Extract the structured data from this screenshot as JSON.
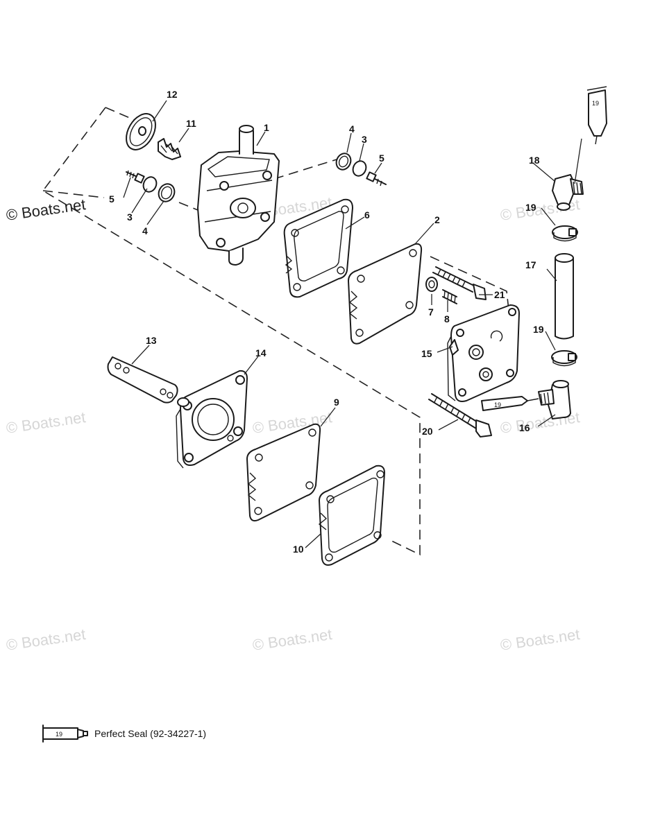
{
  "watermarks": {
    "main": "© Boats.net",
    "faint": "© Boats.net"
  },
  "callouts": {
    "n1": "1",
    "n2": "2",
    "n3a": "3",
    "n3b": "3",
    "n4a": "4",
    "n4b": "4",
    "n5a": "5",
    "n5b": "5",
    "n6": "6",
    "n7": "7",
    "n8": "8",
    "n9": "9",
    "n10": "10",
    "n11": "11",
    "n12": "12",
    "n13": "13",
    "n14": "14",
    "n15": "15",
    "n16": "16",
    "n17": "17",
    "n18": "18",
    "n19a": "19",
    "n19b": "19",
    "n20": "20",
    "n21": "21"
  },
  "tube_label": "19",
  "legend": {
    "tube_number": "19",
    "text": "Perfect Seal (92-34227-1)"
  }
}
